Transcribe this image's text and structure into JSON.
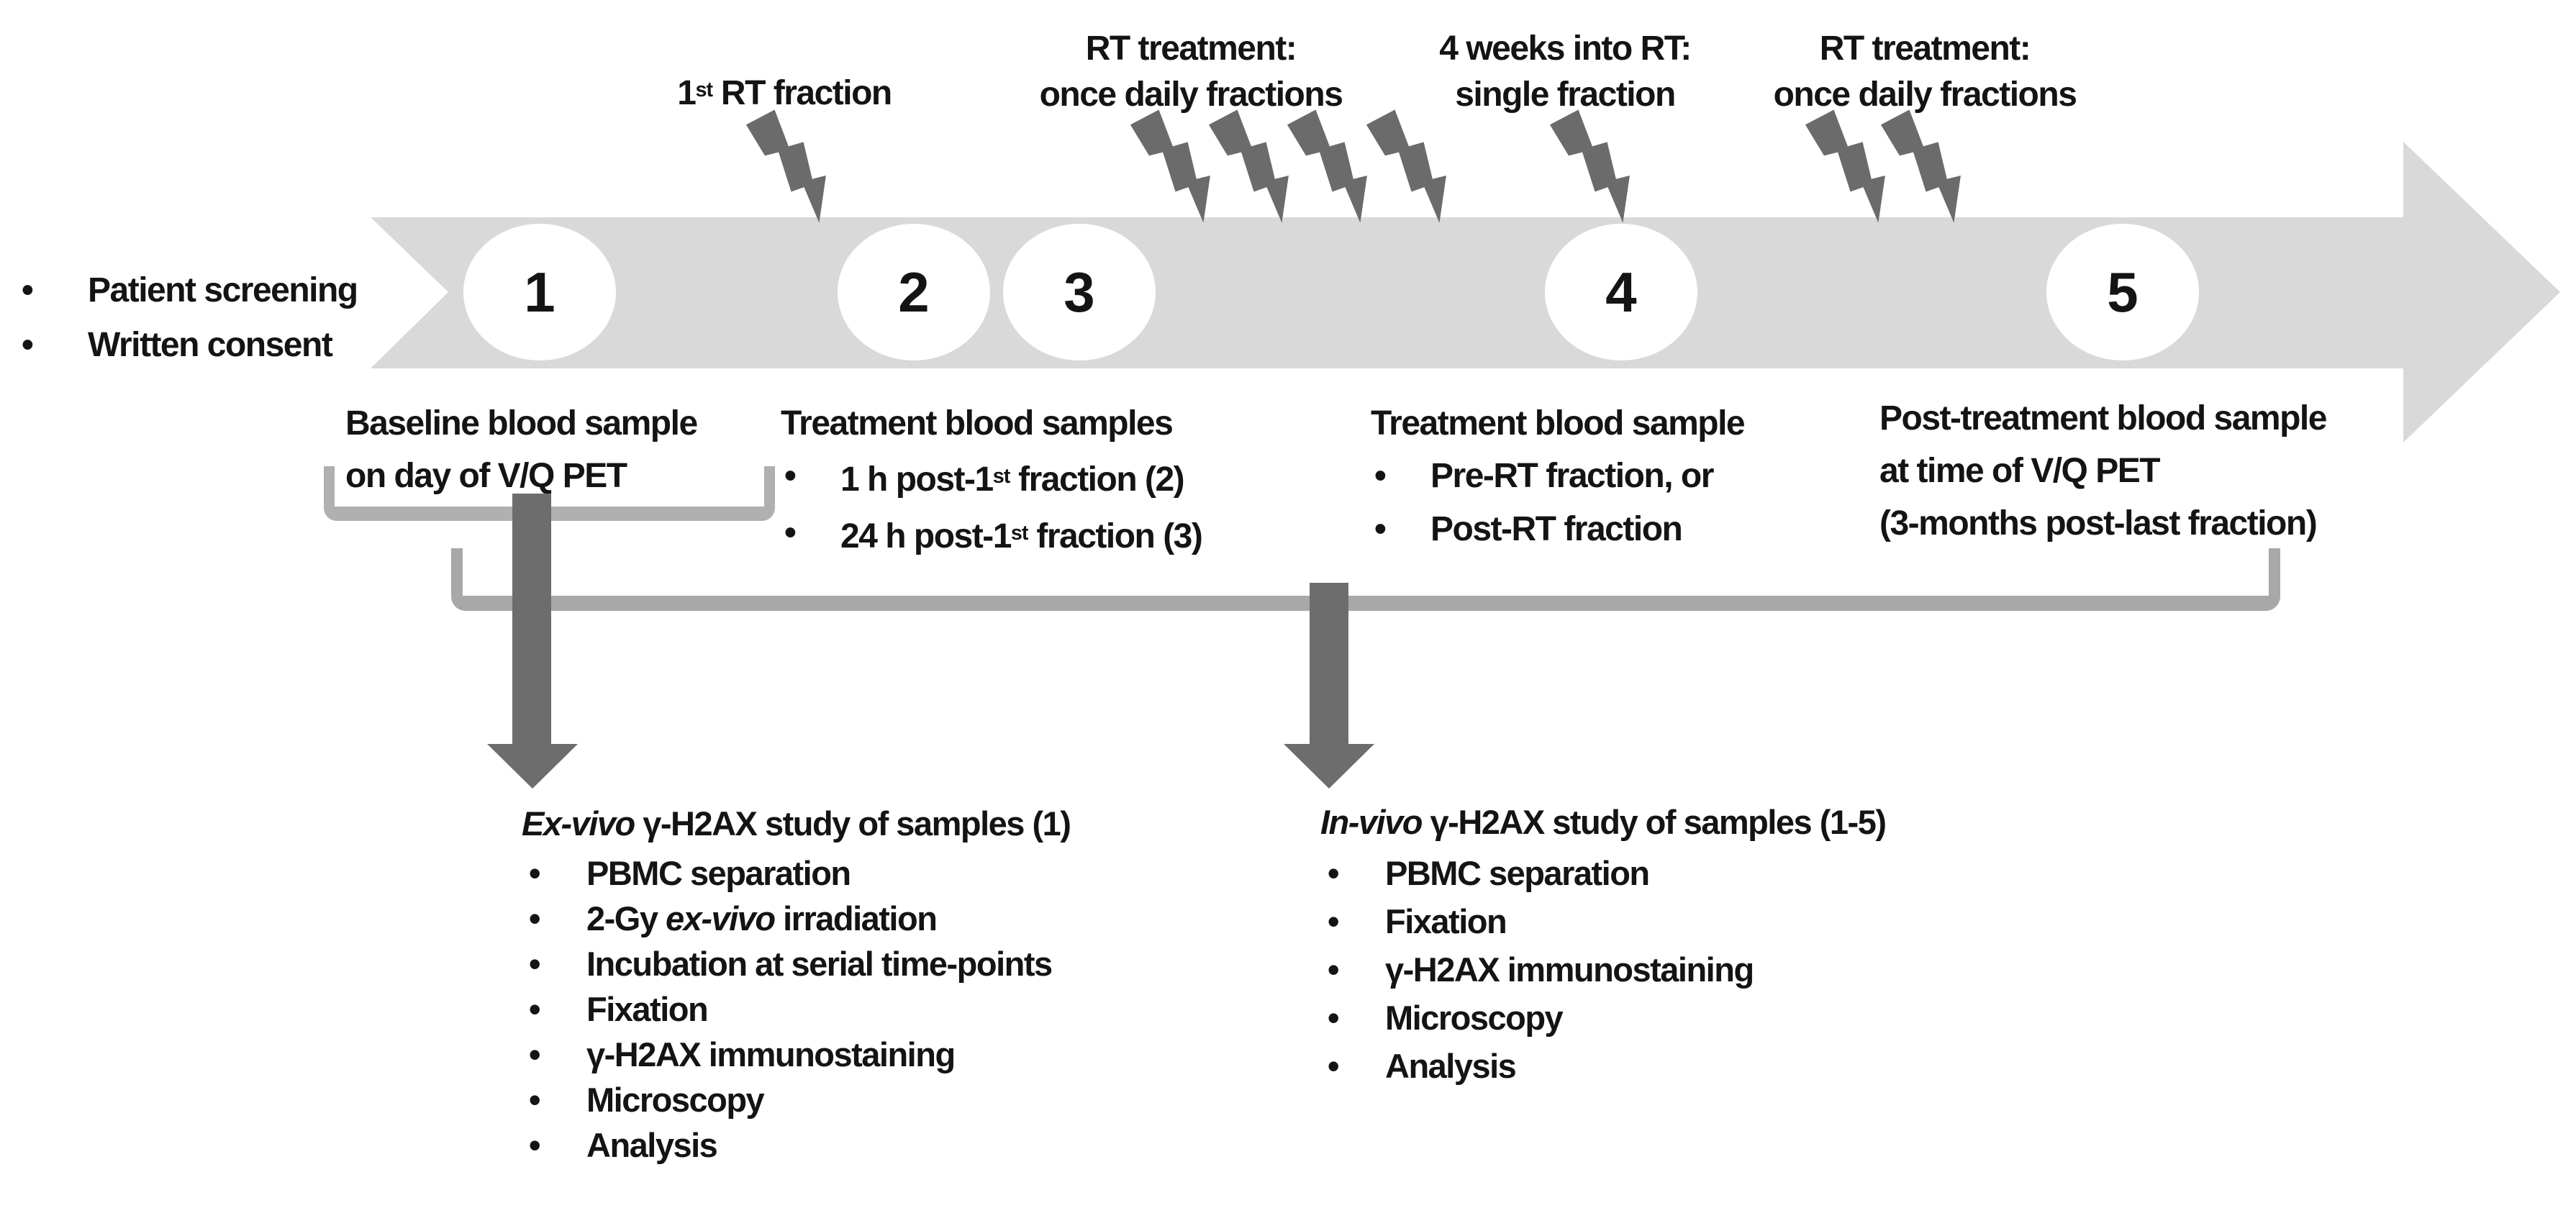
{
  "palette": {
    "band": "#d9d9d9",
    "bolt": "#6b6b6b",
    "flow": "#6d6d6d",
    "bracket1": "#b0b0b0",
    "bracket2": "#a8a8a8",
    "ink": "#141414"
  },
  "icons": {
    "bullet": "•",
    "lightning_bolt": "lightning-bolt",
    "flow_arrow": "down-arrow"
  },
  "left_notes": {
    "items": [
      "Patient screening",
      "Written consent"
    ]
  },
  "timeline": {
    "nodes": [
      "1",
      "2",
      "3",
      "4",
      "5"
    ],
    "rt_bolt_counts": {
      "first_fraction": 1,
      "daily_1": 4,
      "four_weeks": 1,
      "daily_2": 2
    }
  },
  "top_labels": {
    "first_fraction": {
      "pre": "1",
      "sup": "st",
      "post": " RT fraction"
    },
    "rt_daily_1": {
      "line1": "RT treatment:",
      "line2": "once daily fractions"
    },
    "four_weeks": {
      "line1": "4 weeks into RT:",
      "line2": "single fraction"
    },
    "rt_daily_2": {
      "line1": "RT treatment:",
      "line2": "once daily fractions"
    }
  },
  "sample_blocks": {
    "baseline": {
      "line1": "Baseline blood sample",
      "line2": "on day of V/Q PET"
    },
    "treatment23": {
      "title": "Treatment blood samples",
      "items": [
        {
          "pre": "1 h post-1",
          "sup": "st",
          "post": " fraction (2)"
        },
        {
          "pre": "24 h post-1",
          "sup": "st",
          "post": " fraction (3)"
        }
      ]
    },
    "treatment4": {
      "title": "Treatment blood sample",
      "items": [
        {
          "pre": "Pre-RT fraction, or"
        },
        {
          "pre": "Post-RT fraction"
        }
      ]
    },
    "posttreatment": {
      "line1": "Post-treatment blood sample",
      "line2": "at time of V/Q PET",
      "line3": "(3-months post-last fraction)"
    }
  },
  "studies": {
    "exvivo": {
      "title": {
        "italic": "Ex-vivo",
        "rest": " γ-H2AX study of samples (1)"
      },
      "items": [
        {
          "pre": "PBMC separation"
        },
        {
          "pre": "2-Gy ",
          "italic": "ex-vivo",
          "post": " irradiation"
        },
        {
          "pre": "Incubation at serial time-points"
        },
        {
          "pre": "Fixation"
        },
        {
          "pre": "γ-H2AX immunostaining"
        },
        {
          "pre": "Microscopy"
        },
        {
          "pre": "Analysis"
        }
      ]
    },
    "invivo": {
      "title": {
        "italic": "In-vivo",
        "rest": " γ-H2AX study of samples (1-5)"
      },
      "items": [
        {
          "pre": "PBMC separation"
        },
        {
          "pre": "Fixation"
        },
        {
          "pre": "γ-H2AX immunostaining"
        },
        {
          "pre": "Microscopy"
        },
        {
          "pre": "Analysis"
        }
      ]
    }
  }
}
